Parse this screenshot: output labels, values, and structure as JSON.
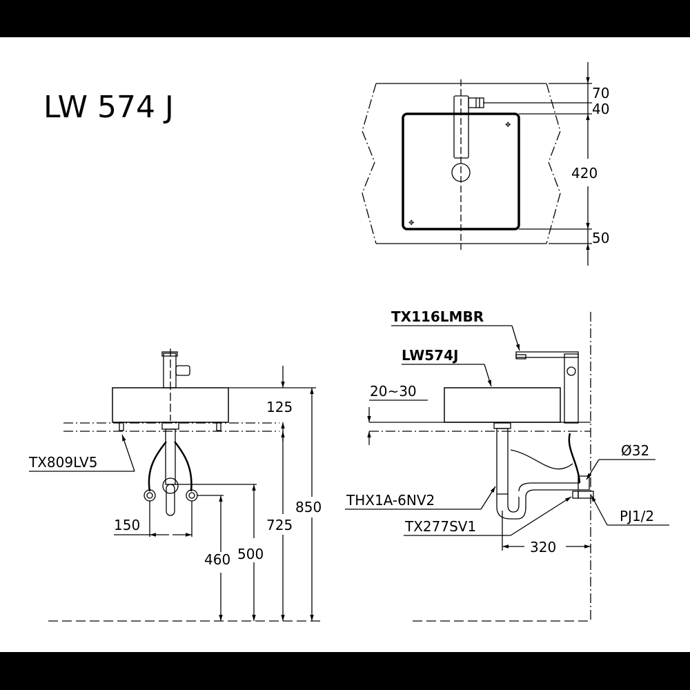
{
  "title": "LW 574 J",
  "top_view": {
    "dims": {
      "d70": "70",
      "d40": "40",
      "d420": "420",
      "d50": "50"
    }
  },
  "front_view": {
    "labels": {
      "part_supply": "TX809LV5"
    },
    "dims": {
      "d125": "125",
      "d850": "850",
      "d725": "725",
      "d150": "150",
      "d460": "460",
      "d500": "500"
    }
  },
  "side_view": {
    "labels": {
      "faucet": "TX116LMBR",
      "basin": "LW574J",
      "trap": "THX1A-6NV2",
      "stop_valve": "TX277SV1",
      "drain_dia": "Ø32",
      "pipe_thread": "PJ1/2"
    },
    "dims": {
      "counter": "20~30",
      "d320": "320"
    }
  },
  "colors": {
    "line": "#000000",
    "background": "#ffffff"
  }
}
